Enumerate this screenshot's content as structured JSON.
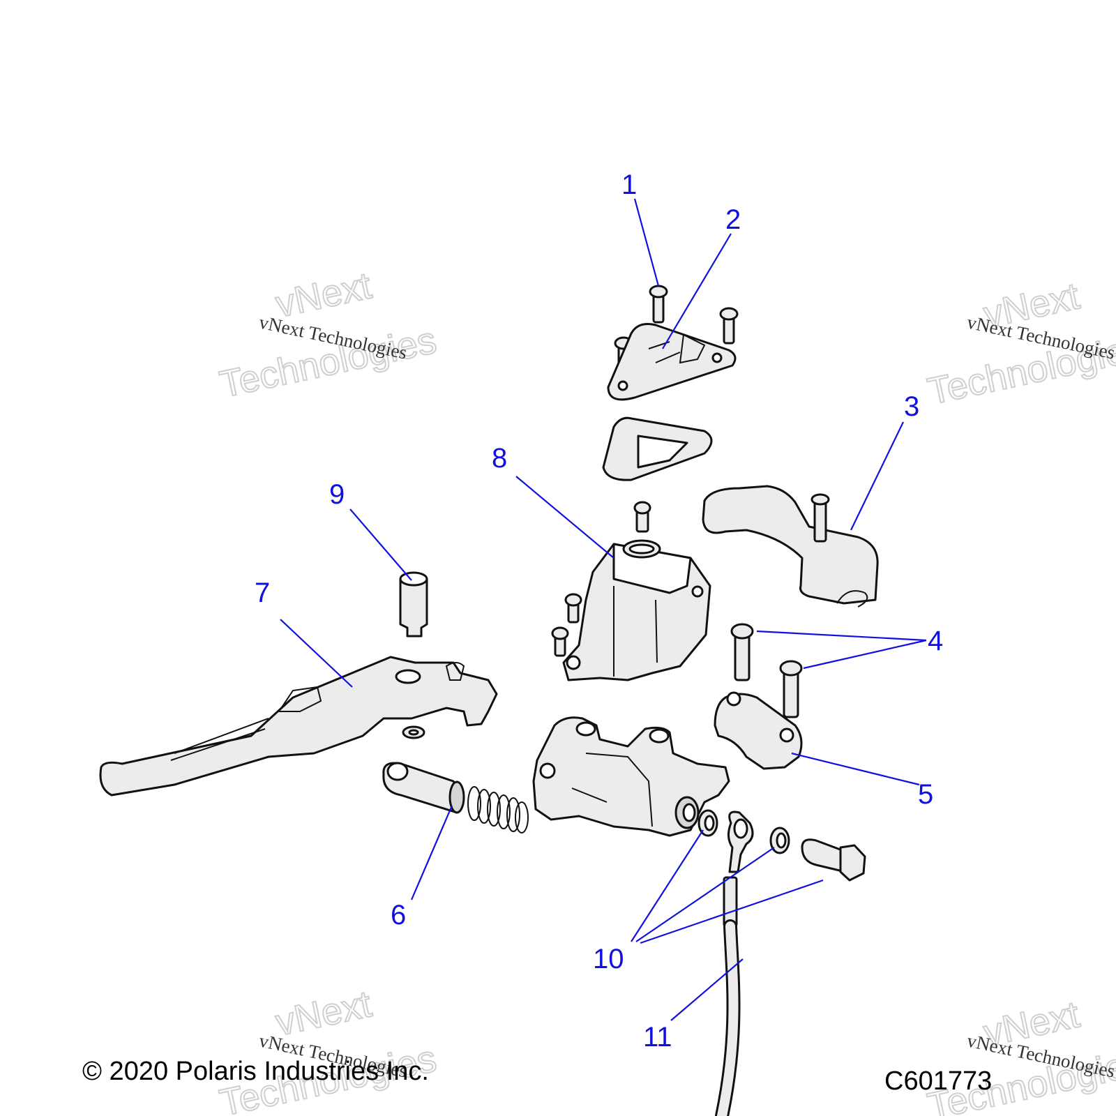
{
  "callouts": [
    "1",
    "2",
    "3",
    "4",
    "5",
    "6",
    "7",
    "8",
    "9",
    "10",
    "11"
  ],
  "watermark": {
    "line1": "vNext",
    "line2": "Technologies",
    "caption": "vNext Technologies"
  },
  "footer": {
    "copyright": "© 2020 Polaris Industries Inc.",
    "code": "C601773"
  },
  "colors": {
    "callout": "#1010e0",
    "outline": "#111111",
    "part_fill": "#ececec"
  }
}
